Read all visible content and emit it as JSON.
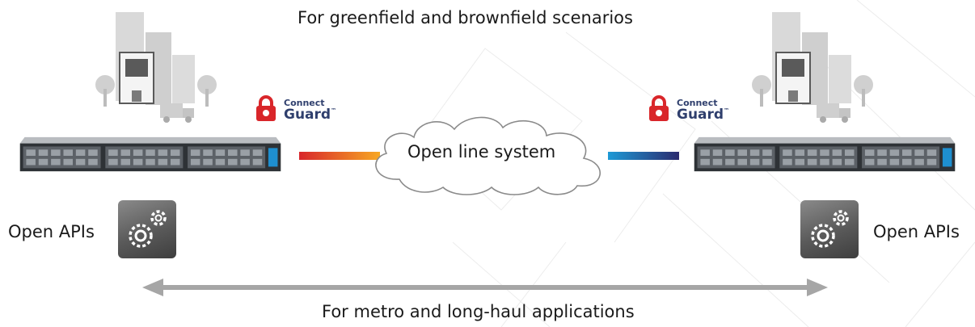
{
  "top_caption": "For greenfield and brownfield scenarios",
  "bottom_caption": "For metro and long-haul applications",
  "cloud_label": "Open line system",
  "left_api_label": "Open APIs",
  "right_api_label": "Open APIs",
  "connectguard": {
    "line1": "Connect",
    "line2": "Guard",
    "tm": "™"
  },
  "colors": {
    "left_link_start": "#d8262b",
    "left_link_end": "#f7a823",
    "right_link_start": "#1e9ad6",
    "right_link_end": "#2b2a6e",
    "arrow": "#a6a6a6",
    "padlock": "#d9262a",
    "brand_text": "#2f3f6d"
  },
  "icons": [
    "city-buildings-icon",
    "padlock-icon",
    "cloud-icon",
    "server-chassis-icon",
    "gears-icon",
    "double-arrow-icon"
  ]
}
